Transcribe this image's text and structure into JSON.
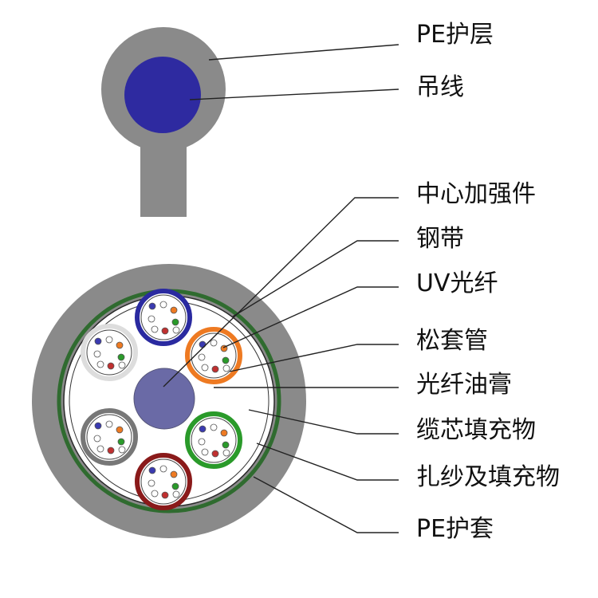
{
  "colors": {
    "outer_sheath": "#8a8a8a",
    "messenger_wire": "#2e2aa0",
    "central_member": "#6a6aa6",
    "steel_tape": "#2f6b2f",
    "tube_blue": "#2a2aa0",
    "tube_orange": "#ee7a22",
    "tube_green": "#2a9a2a",
    "tube_red": "#8a1a1a",
    "tube_gray": "#777777",
    "tube_white": "#dddddd",
    "leader_line": "#222222"
  },
  "labels": [
    "PE护层",
    "吊线",
    "中心加强件",
    "钢带",
    "UV光纤",
    "松套管",
    "光纤油膏",
    "缆芯填充物",
    "扎纱及填充物",
    "PE护套"
  ]
}
